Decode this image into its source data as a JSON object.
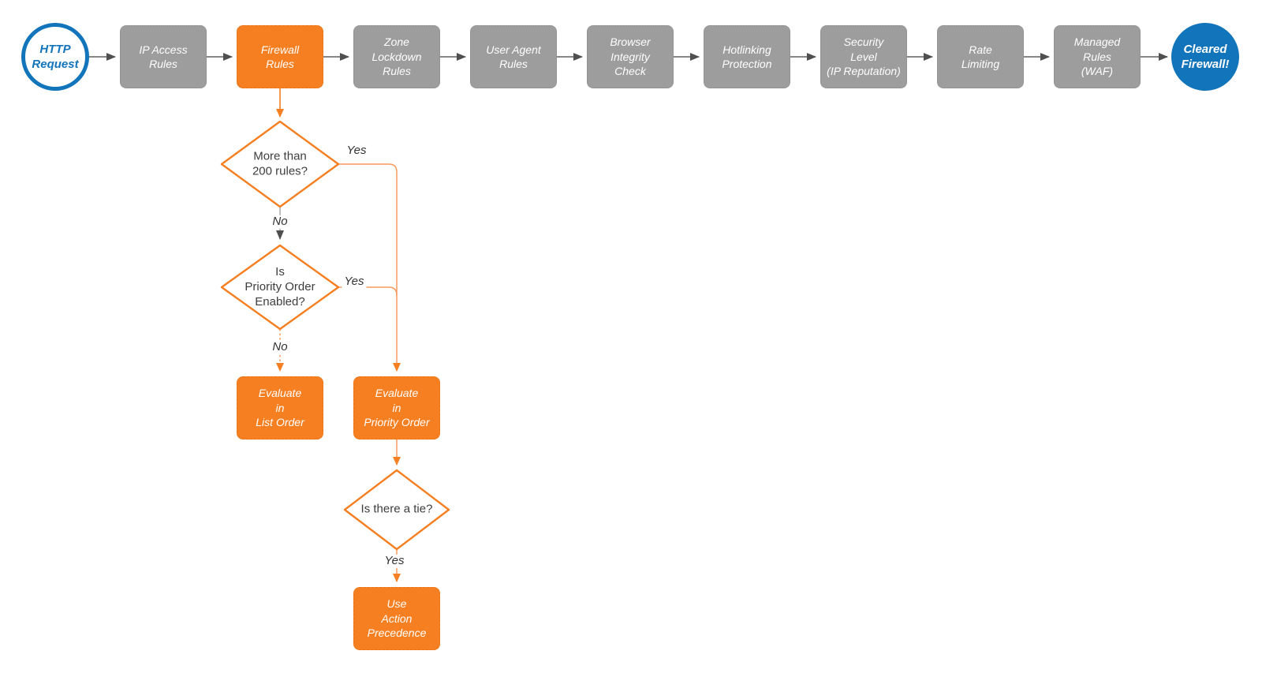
{
  "pipeline": {
    "start": {
      "label": "HTTP\nRequest"
    },
    "steps": [
      {
        "label": "IP Access\nRules"
      },
      {
        "label": "Firewall\nRules"
      },
      {
        "label": "Zone\nLockdown\nRules"
      },
      {
        "label": "User Agent\nRules"
      },
      {
        "label": "Browser\nIntegrity\nCheck"
      },
      {
        "label": "Hotlinking\nProtection"
      },
      {
        "label": "Security\nLevel\n(IP Reputation)"
      },
      {
        "label": "Rate\nLimiting"
      },
      {
        "label": "Managed\nRules\n(WAF)"
      }
    ],
    "end": {
      "label": "Cleared\nFirewall!"
    }
  },
  "decisions": {
    "more_than_200": {
      "label": "More than\n200 rules?",
      "yes_label": "Yes",
      "no_label": "No"
    },
    "priority_enabled": {
      "label": "Is\nPriority Order\nEnabled?",
      "yes_label": "Yes",
      "no_label": "No"
    },
    "tie": {
      "label": "Is there a tie?",
      "yes_label": "Yes"
    }
  },
  "actions": {
    "list_order": {
      "label": "Evaluate\nin\nList Order"
    },
    "priority_order": {
      "label": "Evaluate\nin\nPriority Order"
    },
    "action_precedence": {
      "label": "Use\nAction\nPrecedence"
    }
  },
  "colors": {
    "accent_orange": "#F57F21",
    "step_gray": "#9D9D9D",
    "brand_blue": "#1274BA",
    "wire_gray": "#5E5E5E",
    "wire_orange_light": "#F79A5F"
  }
}
